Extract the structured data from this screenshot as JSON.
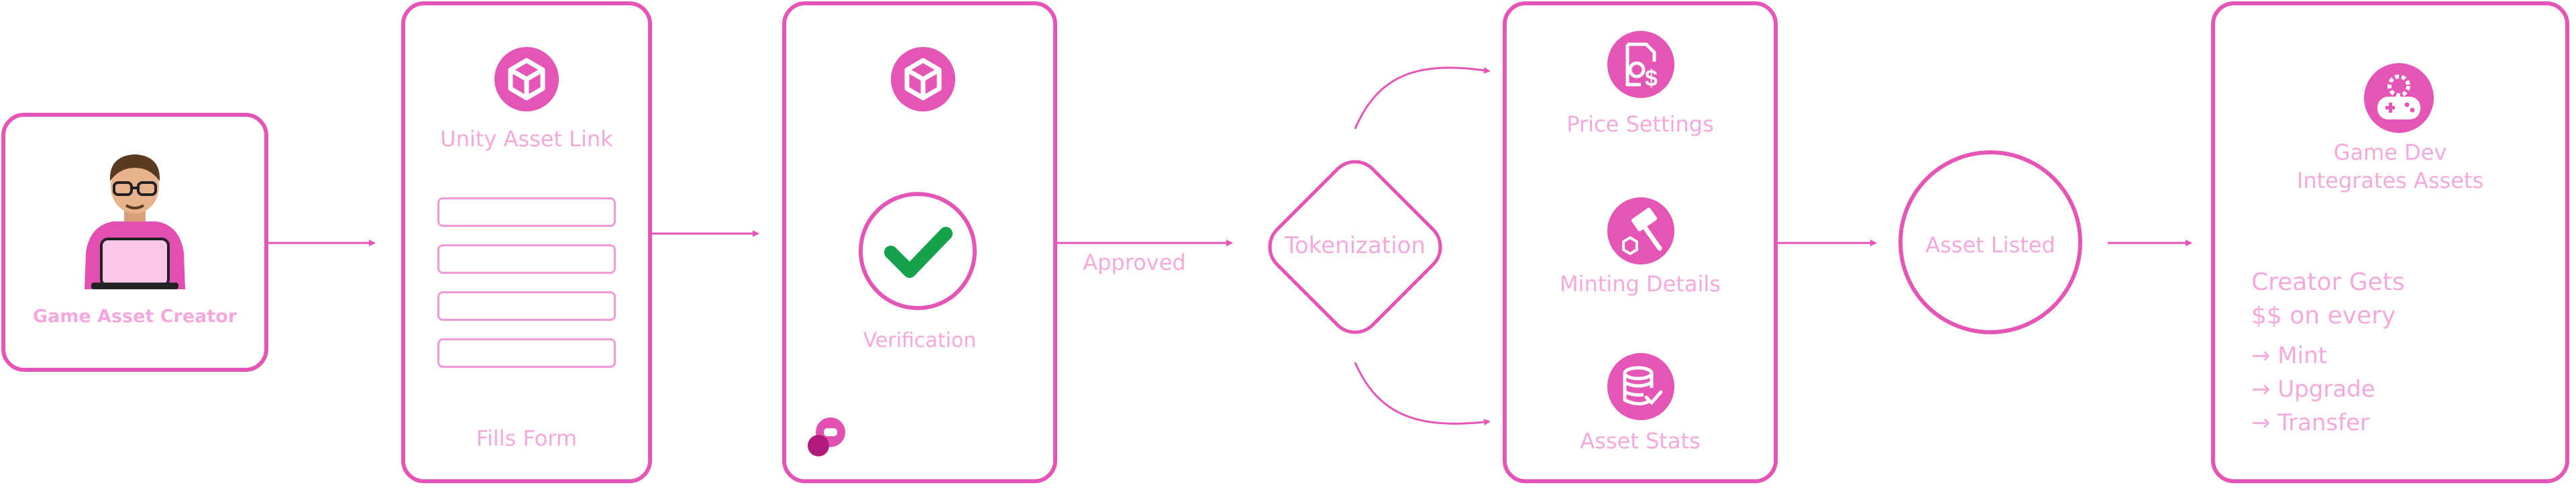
{
  "colors": {
    "accent": "#e455b5",
    "label": "#f4a8dc",
    "check": "#16a14a",
    "creator_shirt": "#e14fb0",
    "laptop": "#f9c6ea"
  },
  "steps": {
    "creator": {
      "label": "Game Asset Creator",
      "icon": "game-creator-avatar"
    },
    "form": {
      "title": "Unity Asset Link",
      "footer": "Fills Form",
      "icon": "unity-logo-icon"
    },
    "verification": {
      "label": "Verification",
      "icon": "unity-logo-icon",
      "status_icon": "check-icon",
      "footer_icon": "brand-logo-icon"
    },
    "approved_label": "Approved",
    "tokenization": {
      "label": "Tokenization"
    },
    "listing_details": [
      {
        "label": "Price Settings",
        "icon": "price-settings-icon"
      },
      {
        "label": "Minting Details",
        "icon": "minting-hammer-icon"
      },
      {
        "label": "Asset Stats",
        "icon": "database-check-icon"
      }
    ],
    "listed": {
      "label": "Asset Listed"
    },
    "game_dev": {
      "title_line1": "Game Dev",
      "title_line2": "Integrates Assets",
      "icon": "gamepad-gear-icon",
      "earnings_line1": "Creator Gets",
      "earnings_line2": "$$ on every",
      "events": [
        "Mint",
        "Upgrade",
        "Transfer"
      ]
    }
  }
}
